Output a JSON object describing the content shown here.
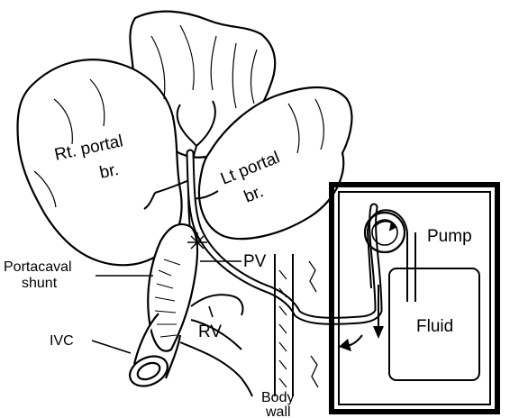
{
  "labels": {
    "rt_portal_line1": "Rt. portal",
    "rt_portal_line2": "br.",
    "lt_portal_line1": "Lt portal",
    "lt_portal_line2": "br.",
    "pv": "PV",
    "portacaval_line1": "Portacaval",
    "portacaval_line2": "shunt",
    "rv": "RV",
    "ivc": "IVC",
    "body_wall_line1": "Body",
    "body_wall_line2": "wall",
    "pump": "Pump",
    "fluid": "Fluid"
  },
  "colors": {
    "ink": "#000000",
    "paper": "#ffffff"
  }
}
